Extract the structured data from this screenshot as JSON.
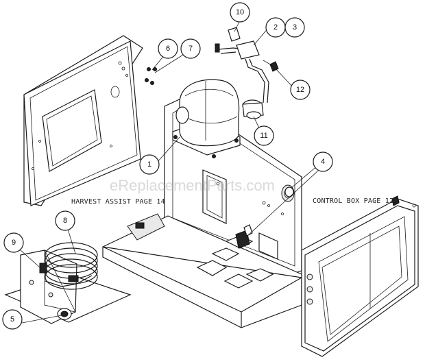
{
  "labels": {
    "harvest_assist": "HARVEST ASSIST PAGE 14",
    "control_box": "CONTROL BOX PAGE 12",
    "watermark": "eReplacementParts.com"
  },
  "callouts": {
    "c1": "1",
    "c2": "2",
    "c3": "3",
    "c4": "4",
    "c5": "5",
    "c6": "6",
    "c7": "7",
    "c8": "8",
    "c9": "9",
    "c10": "10",
    "c11": "11",
    "c12": "12"
  }
}
